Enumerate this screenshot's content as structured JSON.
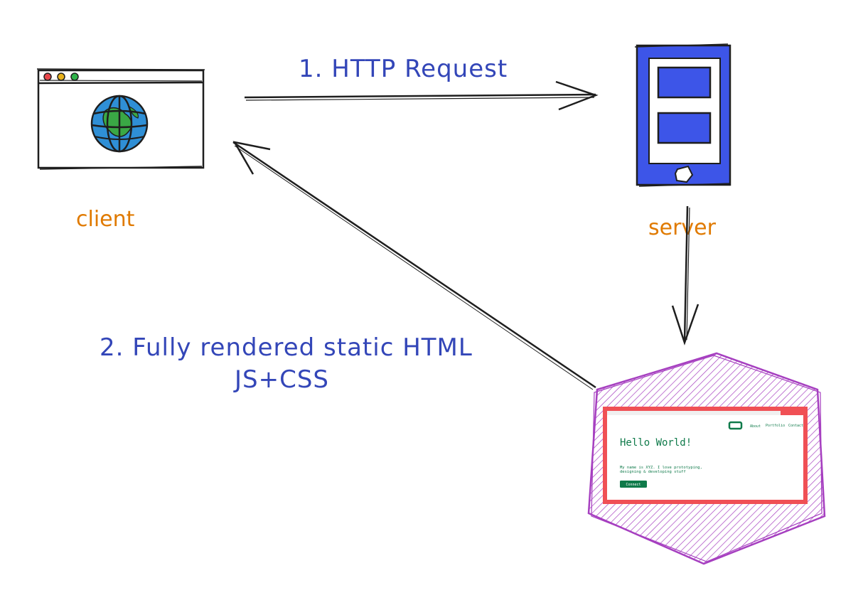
{
  "labels": {
    "request": "1. HTTP Request",
    "response_line1": "2. Fully rendered static HTML",
    "response_line2": "JS+CSS",
    "client": "client",
    "server": "server"
  },
  "rendered_page": {
    "nav_items": [
      "About",
      "Portfolio",
      "Contact"
    ],
    "heading": "Hello World!",
    "body_line1": "My name is XYZ. I love prototyping,",
    "body_line2": "designing & developing stuff",
    "button_label": "Connect"
  },
  "colors": {
    "label_blue": "#3346b8",
    "label_orange": "#e07a00",
    "server_blue": "#3d55e8",
    "globe_blue": "#2f8fd6",
    "globe_green": "#3aa845",
    "hexagon_purple": "#a63fc0",
    "page_border_red": "#f05055",
    "page_accent_green": "#0f7a4a",
    "traffic_red": "#e8464a",
    "traffic_yellow": "#e8b21b",
    "traffic_green": "#2fb34a"
  },
  "icons": [
    "browser-window-icon",
    "globe-icon",
    "server-device-icon",
    "web-page-hexagon"
  ]
}
